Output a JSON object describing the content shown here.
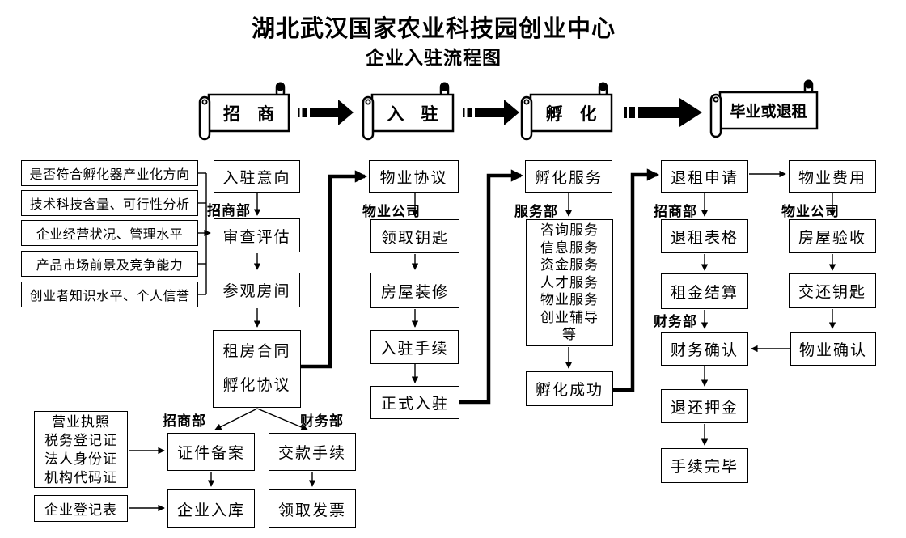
{
  "title": {
    "line1": "湖北武汉国家农业科技园创业中心",
    "line2": "企业入驻流程图"
  },
  "banners": {
    "zhaoshang": "招　商",
    "ruzhu": "入　驻",
    "fuhua": "孵　化",
    "biye": "毕业或退租"
  },
  "criteria": {
    "c1": "是否符合孵化器产业化方向",
    "c2": "技术科技含量、可行性分析",
    "c3": "企业经营状况、管理水平",
    "c4": "产品市场前景及竞争能力",
    "c5": "创业者知识水平、个人信誉"
  },
  "boxes": {
    "ruzhu_yixiang": "入驻意向",
    "shencha_pinggu": "审查评估",
    "canguan_fangjian": "参观房间",
    "zufang_hetong": "租房合同\n孵化协议",
    "docs": "营业执照\n税务登记证\n法人身份证\n机构代码证",
    "qiye_dengjibiao": "企业登记表",
    "zhengjian_beian": "证件备案",
    "jiaokuan_shouxu": "交款手续",
    "qiye_ruku": "企业入库",
    "lingqu_fapiao": "领取发票",
    "wuye_xieyi": "物业协议",
    "lingqu_yaoshi": "领取钥匙",
    "fangwu_zhuangxiu": "房屋装修",
    "ruzhu_shouxu": "入驻手续",
    "zhengshi_ruzhu": "正式入驻",
    "fuhua_fuwu": "孵化服务",
    "services": "咨询服务\n信息服务\n资金服务\n人才服务\n物业服务\n创业辅导\n等",
    "fuhua_chenggong": "孵化成功",
    "tuizu_shenqing": "退租申请",
    "tuizu_biaoge": "退租表格",
    "zujin_jiesuan": "租金结算",
    "caiwu_queren": "财务确认",
    "tuihuan_yajin": "退还押金",
    "shouxu_wanbi": "手续完毕",
    "wuye_feiyong": "物业费用",
    "fangwu_yanshou": "房屋验收",
    "jiaohuan_yaoshi": "交还钥匙",
    "wuye_queren": "物业确认"
  },
  "dept_labels": {
    "zhaoshangbu_1": "招商部",
    "wuyegongsi_1": "物业公司",
    "fuwubu": "服务部",
    "zhaoshangbu_2": "招商部",
    "wuyegongsi_2": "物业公司",
    "caiwubu_1": "财务部",
    "zhaoshangbu_3": "招商部",
    "caiwubu_2": "财务部"
  },
  "colors": {
    "ink": "#000000",
    "background": "#ffffff"
  }
}
